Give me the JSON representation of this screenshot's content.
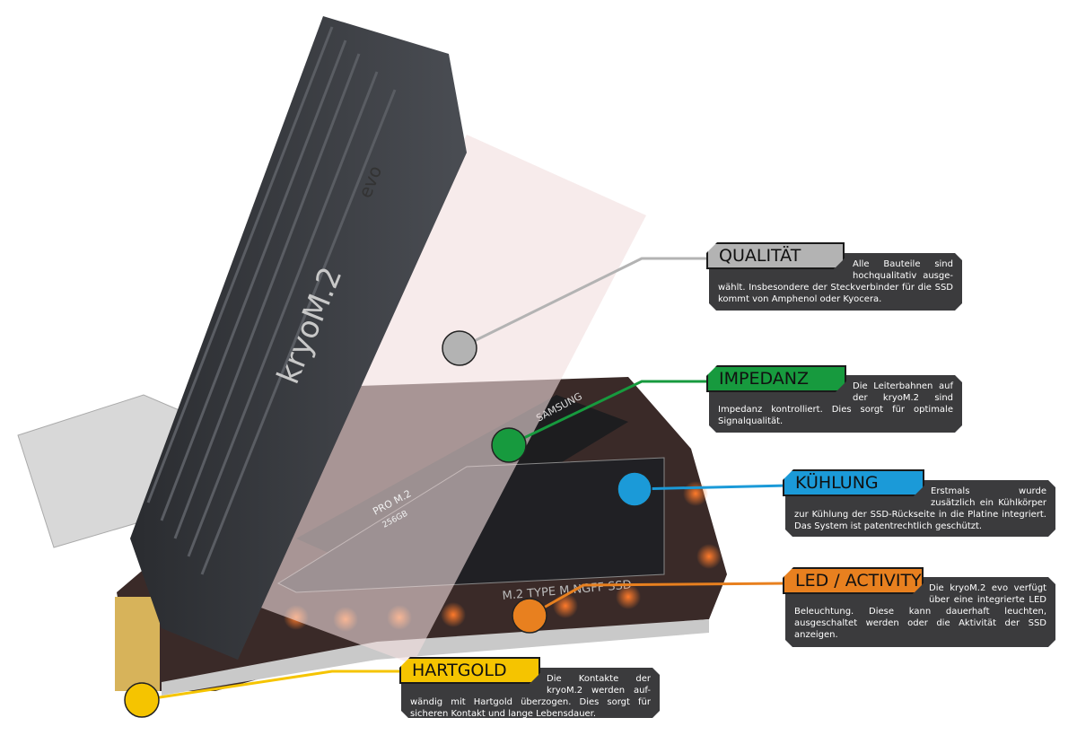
{
  "product": {
    "heatsink_brand": "kryoM.2",
    "heatsink_badge": "evo",
    "ssd_brand": "SAMSUNG",
    "ssd_model": "PRO M.2",
    "ssd_capacity": "256GB",
    "board_print": "M.2 TYPE M NGFF SSD"
  },
  "callouts": [
    {
      "title": "QUALITÄT",
      "color": "#b3b3b3",
      "text": "Alle Bauteile sind hochqualitativ ausge-wählt. Insbesondere der Steckverbinder für die SSD kommt von Amphenol oder Kyocera."
    },
    {
      "title": "IMPEDANZ",
      "color": "#179a3e",
      "text": "Die Leiterbahnen auf der kryoM.2 sind Impedanz kontrolliert. Dies sorgt für optimale Signalqualität."
    },
    {
      "title": "KÜHLUNG",
      "color": "#1b9ad8",
      "text": "Erstmals wurde zusätzlich ein Kühlkörper zur Kühlung der SSD-Rückseite in die Platine integriert. Das System ist patentrechtlich geschützt."
    },
    {
      "title": "LED / ACTIVITY",
      "color": "#e8801f",
      "text": "Die kryoM.2 evo verfügt über eine integrierte LED Beleuchtung. Diese kann dauerhaft leuchten, ausgeschaltet werden oder die Aktivität der SSD anzeigen."
    },
    {
      "title": "HARTGOLD",
      "color": "#f5c400",
      "text": "Die Kontakte der kryoM.2 werden auf-wändig mit Hartgold überzogen. Dies sorgt für sicheren Kontakt und lange Lebensdauer."
    }
  ]
}
